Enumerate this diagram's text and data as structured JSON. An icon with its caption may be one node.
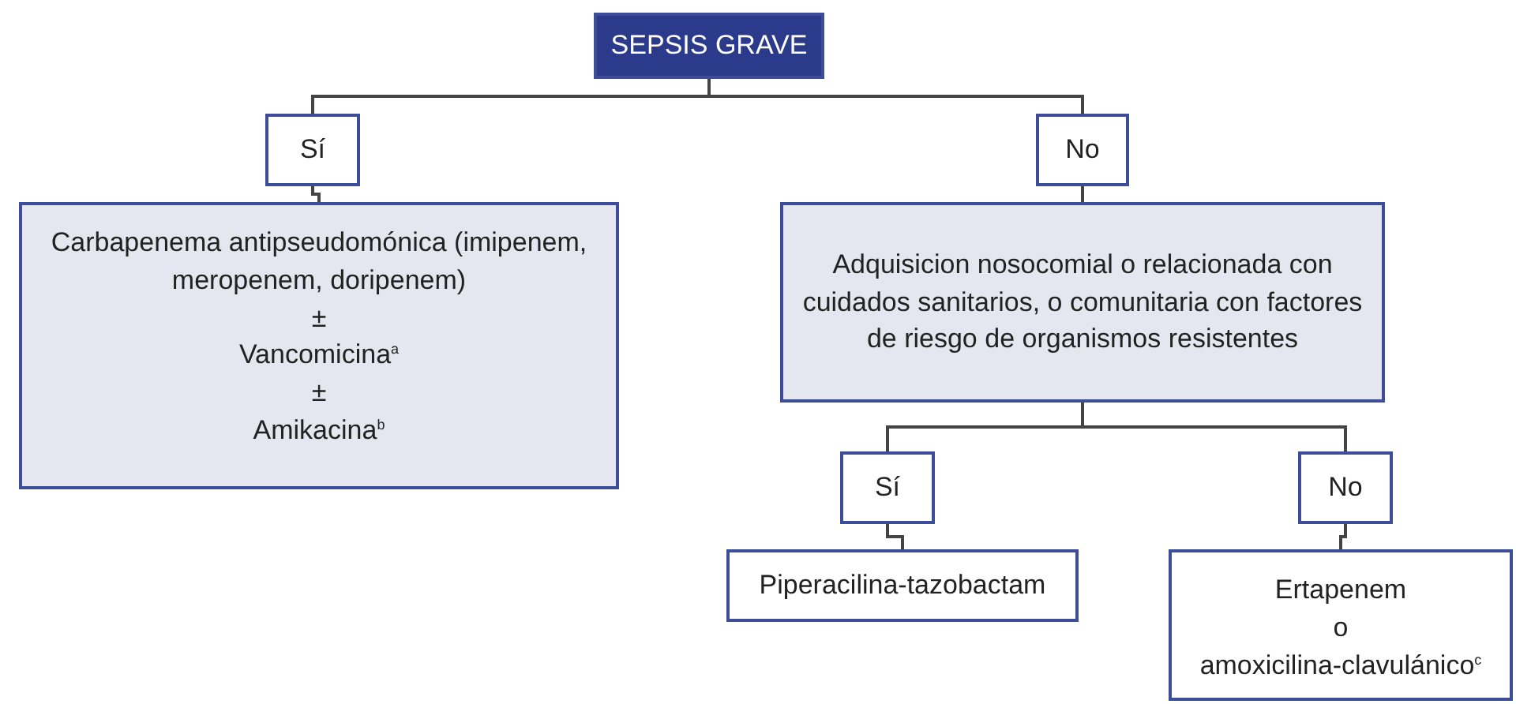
{
  "diagram": {
    "nodes": [
      {
        "text": [
          "SEPSIS GRAVE"
        ]
      },
      {
        "text": [
          "Sí"
        ]
      },
      {
        "text": [
          "No"
        ]
      },
      {
        "text": [
          "Carbapenema antipseudomónica (imipenem, meropenem, doripenem)",
          "±",
          "Vancomicina$^{a}$",
          "±",
          "Amikacina$^{b}$"
        ]
      },
      {
        "text": [
          "Adquisicion nosocomial o relacionada con cuidados sanitarios, o comunitaria con factores de riesgo de organismos resistentes"
        ]
      },
      {
        "text": [
          "Sí"
        ]
      },
      {
        "text": [
          "No"
        ]
      },
      {
        "text": [
          "Piperacilina-tazobactam"
        ]
      },
      {
        "text": [
          "Ertapenem",
          "o",
          "amoxicilina-clavulánico$^{c}$"
        ]
      }
    ],
    "edges": [
      {
        "from": 0,
        "to": 1,
        "arrow": "none"
      },
      {
        "from": 0,
        "to": 2,
        "arrow": "none"
      },
      {
        "from": 1,
        "to": 3,
        "arrow": "none"
      },
      {
        "from": 2,
        "to": 4,
        "arrow": "none"
      },
      {
        "from": 4,
        "to": 5,
        "arrow": "none"
      },
      {
        "from": 4,
        "to": 6,
        "arrow": "none"
      },
      {
        "from": 5,
        "to": 7,
        "arrow": "none"
      },
      {
        "from": 6,
        "to": 8,
        "arrow": "none"
      }
    ]
  }
}
